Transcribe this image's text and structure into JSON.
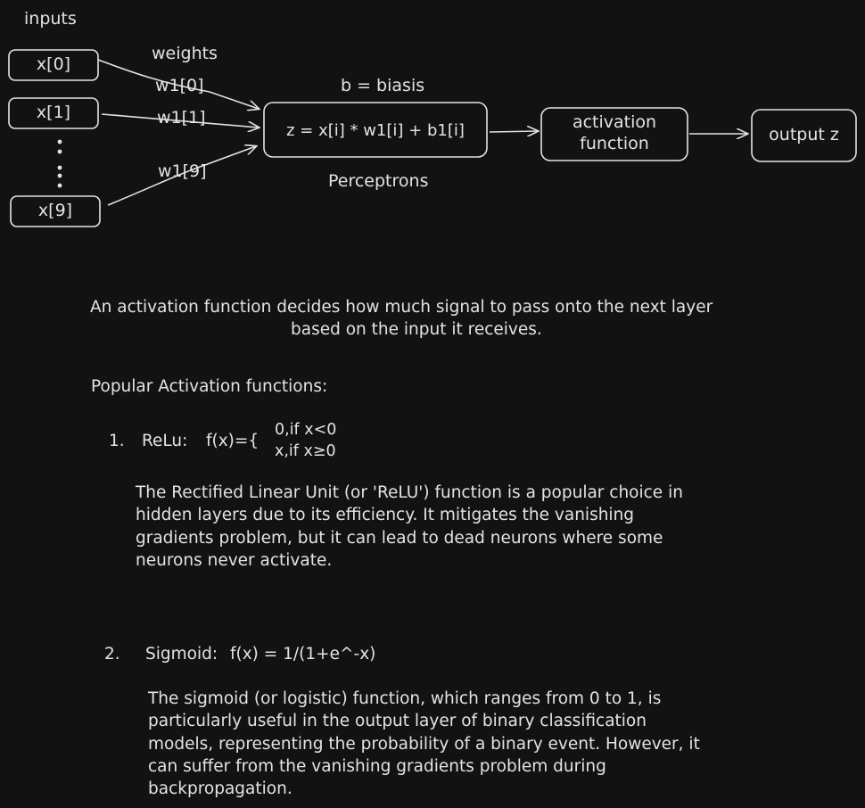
{
  "diagram": {
    "inputs_label": "inputs",
    "weights_label": "weights",
    "bias_label": "b = biasis",
    "perceptrons_label": "Perceptrons",
    "input_nodes": [
      "x[0]",
      "x[1]",
      "x[9]"
    ],
    "weight_labels": [
      "w1[0]",
      "w1[1]",
      "w1[9]"
    ],
    "perceptron_formula": "z = x[i] * w1[i] + b1[i]",
    "activation_box": [
      "activation",
      "function"
    ],
    "output_box": "output z"
  },
  "description": {
    "line1": "An activation function decides how much signal to pass onto the next layer",
    "line2": "based on the input it receives."
  },
  "popular": {
    "heading": "Popular Activation functions:"
  },
  "relu": {
    "number": "1.",
    "name": "ReLu:",
    "fx": "f(x)={",
    "case1": "0,if x<0",
    "case2": "x,if x≥0",
    "text": [
      "The Rectified Linear Unit (or 'ReLU') function is a popular choice in",
      "hidden layers due to its efficiency. It mitigates the vanishing",
      "gradients problem, but it can lead to dead neurons where some",
      "neurons never activate."
    ]
  },
  "sigmoid": {
    "number": "2.",
    "name": "Sigmoid:",
    "fx": "f(x) = 1/(1+e^-x)",
    "text": [
      "The sigmoid (or logistic) function, which ranges from 0 to 1, is",
      "particularly useful in the output layer of binary classification",
      "models, representing the probability of a binary event. However, it",
      "can suffer from the vanishing gradients problem during",
      "backpropagation."
    ]
  }
}
